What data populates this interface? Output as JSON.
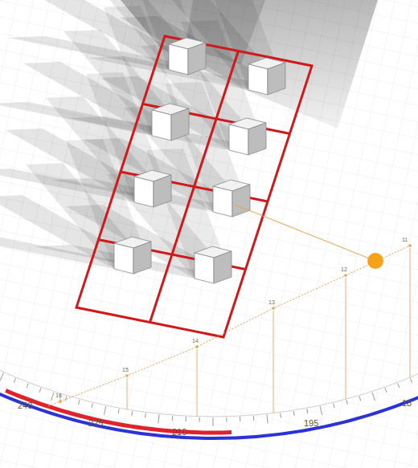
{
  "diagram": {
    "labels": [
      "240",
      "225",
      "210",
      "195",
      "18",
      "16",
      "15",
      "14",
      "13",
      "12",
      "11"
    ]
  }
}
